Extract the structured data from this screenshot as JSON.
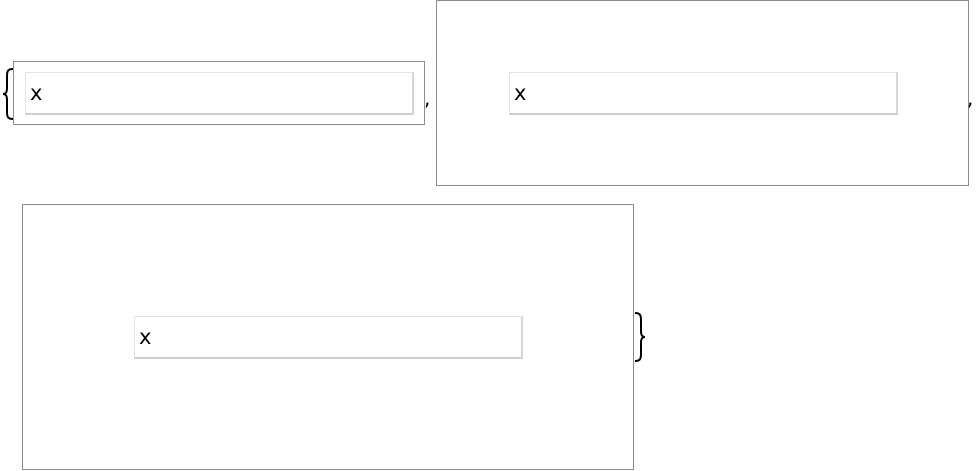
{
  "list": {
    "open_brace": "{",
    "close_brace": "}",
    "separator": ",",
    "items": [
      {
        "value": "x"
      },
      {
        "value": "x"
      },
      {
        "value": "x"
      }
    ]
  },
  "colors": {
    "frame_border": "#8c8c8c",
    "input_border": "#e3e3e3",
    "input_shadow": "#cfcfcf",
    "text": "#000000",
    "background": "#ffffff"
  }
}
